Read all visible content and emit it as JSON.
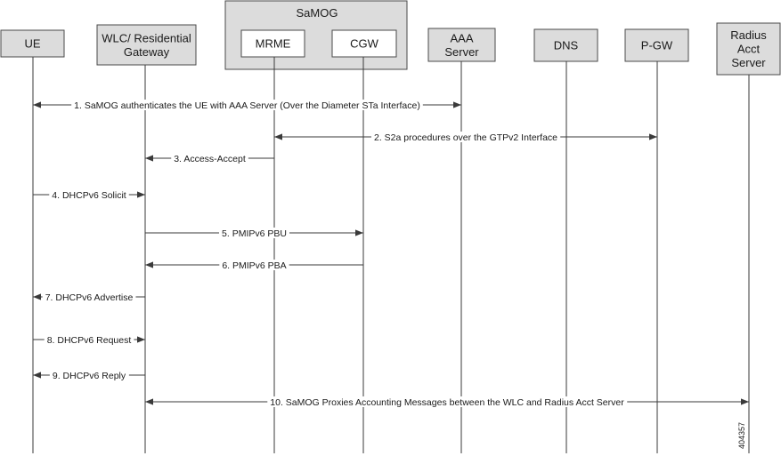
{
  "diagram": {
    "group": {
      "label": "SaMOG"
    },
    "entities": [
      {
        "id": "ue",
        "lines": [
          "UE"
        ]
      },
      {
        "id": "wlc",
        "lines": [
          "WLC/ Residential",
          "Gateway"
        ]
      },
      {
        "id": "mrme",
        "lines": [
          "MRME"
        ]
      },
      {
        "id": "cgw",
        "lines": [
          "CGW"
        ]
      },
      {
        "id": "aaa",
        "lines": [
          "AAA",
          "Server"
        ]
      },
      {
        "id": "dns",
        "lines": [
          "DNS"
        ]
      },
      {
        "id": "pgw",
        "lines": [
          "P-GW"
        ]
      },
      {
        "id": "radius",
        "lines": [
          "Radius",
          "Acct",
          "Server"
        ]
      }
    ],
    "messages": [
      {
        "from": "ue",
        "to": "aaa",
        "bidirectional": true,
        "label": "1. SaMOG authenticates the UE with AAA Server (Over the Diameter STa Interface)"
      },
      {
        "from": "mrme",
        "to": "pgw",
        "bidirectional": true,
        "label": "2. S2a procedures over the GTPv2 Interface"
      },
      {
        "from": "mrme",
        "to": "wlc",
        "bidirectional": false,
        "label": "3. Access-Accept"
      },
      {
        "from": "ue",
        "to": "wlc",
        "bidirectional": false,
        "label": "4. DHCPv6 Solicit"
      },
      {
        "from": "wlc",
        "to": "cgw",
        "bidirectional": false,
        "label": "5. PMIPv6 PBU"
      },
      {
        "from": "cgw",
        "to": "wlc",
        "bidirectional": false,
        "label": "6. PMIPv6 PBA"
      },
      {
        "from": "wlc",
        "to": "ue",
        "bidirectional": false,
        "label": "7. DHCPv6 Advertise"
      },
      {
        "from": "ue",
        "to": "wlc",
        "bidirectional": false,
        "label": "8. DHCPv6 Request"
      },
      {
        "from": "wlc",
        "to": "ue",
        "bidirectional": false,
        "label": "9. DHCPv6 Reply"
      },
      {
        "from": "wlc",
        "to": "radius",
        "bidirectional": true,
        "label": "10. SaMOG Proxies Accounting Messages between the WLC and Radius Acct Server"
      }
    ],
    "figure_id": "404357"
  }
}
